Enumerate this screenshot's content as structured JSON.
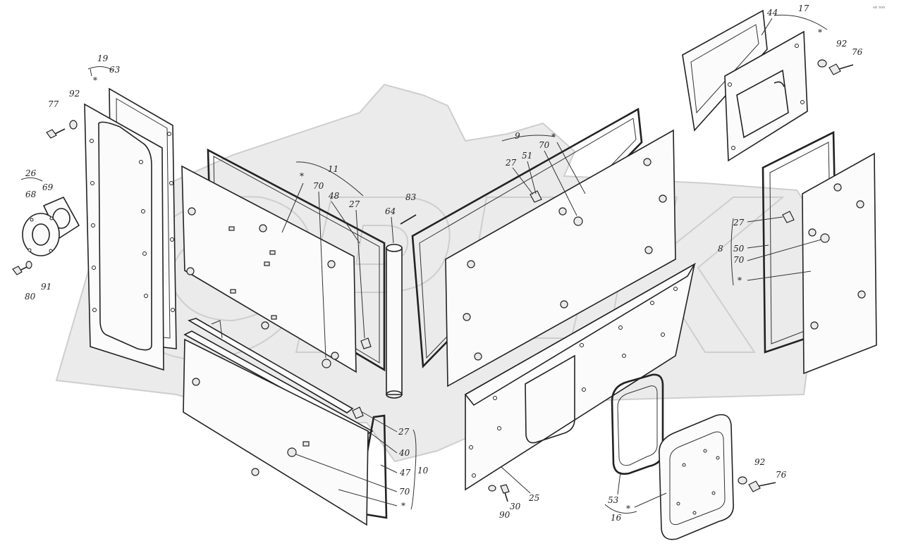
{
  "corner_mark": "ᵃᴰ ᵇᵇᵇ",
  "callouts": {
    "c19": "19",
    "c63": "63",
    "c77": "77",
    "c92a": "92",
    "c26": "26",
    "c68": "68",
    "c69": "69",
    "c80": "80",
    "c91": "91",
    "c11": "11",
    "c70a": "70",
    "c48": "48",
    "c27a": "27",
    "c64": "64",
    "c83": "83",
    "c9": "9",
    "c27b": "27",
    "c51": "51",
    "c70b": "70",
    "c44": "44",
    "c17": "17",
    "c92b": "92",
    "c76a": "76",
    "c27c": "27",
    "c8": "8",
    "c50": "50",
    "c70c": "70",
    "c27d": "27",
    "c40": "40",
    "c47": "47",
    "c10": "10",
    "c70d": "70",
    "c25": "25",
    "c90": "90",
    "c30": "30",
    "c53": "53",
    "c16": "16",
    "c92c": "92",
    "c76b": "76",
    "star": "*"
  }
}
